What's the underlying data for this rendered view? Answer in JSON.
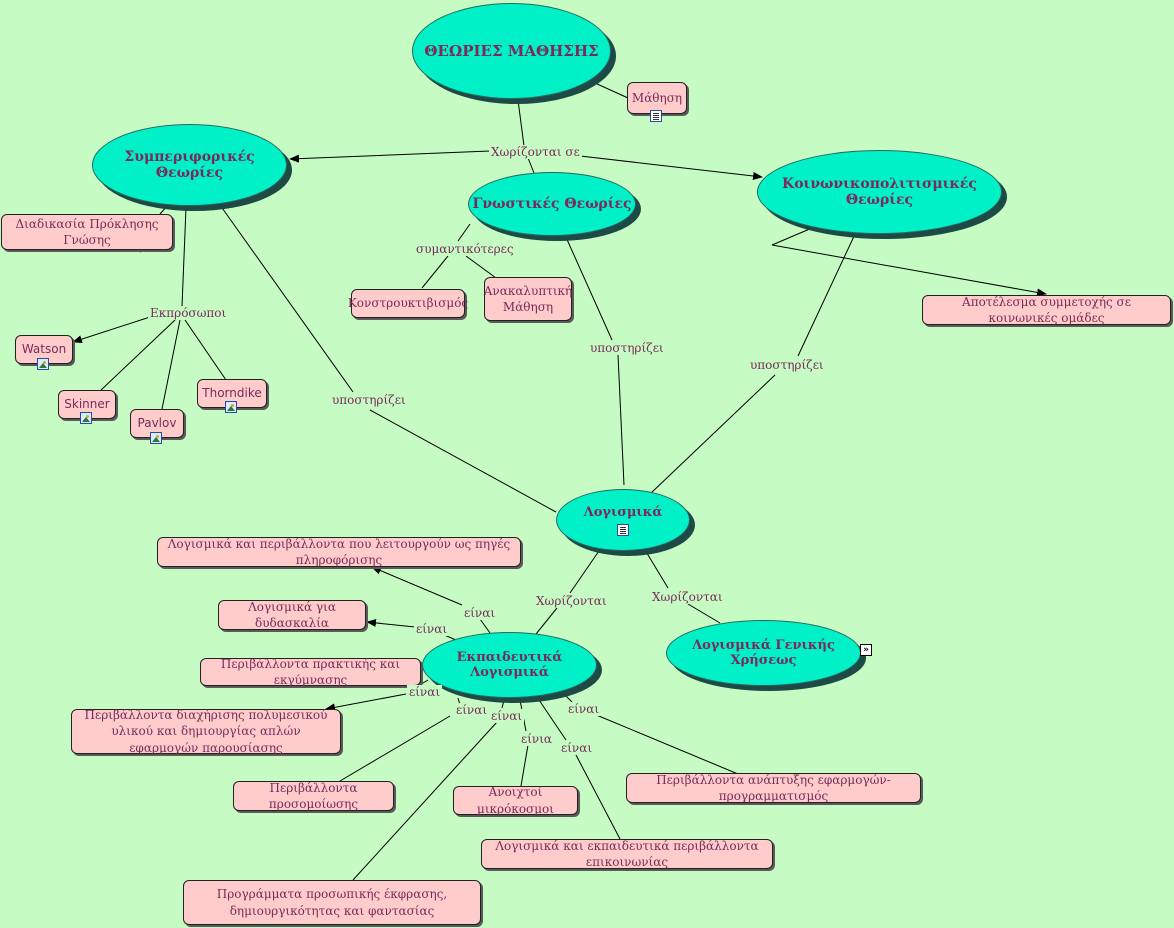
{
  "concepts": {
    "main": "ΘΕΩΡΙΕΣ ΜΑΘΗΣΗΣ",
    "behavioral": "Συμπεριφορικές Θεωρίες",
    "cognitive": "Γνωστικές Θεωρίες",
    "sociocultural": "Κοινωνικοπολιτισμικές Θεωρίες",
    "software": "Λογισμικά",
    "educational": "Εκπαιδευτικά Λογισμικά",
    "general": "Λογισμικά Γενικής Χρήσεως"
  },
  "boxes": {
    "learning": "Μάθηση",
    "knowledge_process": "Διαδικασία Πρόκλησης Γνώσης",
    "constructivism": "Κονστρουκτιβισμός",
    "discovery_learning": "Ανακαλυπτική Μάθηση",
    "social_result": "Αποτέλεσμα συμμετοχής σε κοινωνικές ομάδες",
    "watson": "Watson",
    "skinner": "Skinner",
    "pavlov": "Pavlov",
    "thorndike": "Thorndike",
    "info_sources": "Λογισμικά και περιβάλλοντα που λειτουργούν ως πηγές πληροφόρισης",
    "teaching": "Λογισμικά για δυδασκαλία",
    "practice": "Περιβάλλοντα πρακτικής και εκγύμνασης",
    "multimedia": "Περιβάλλοντα διαχήρισης πολυμεσικού υλικού και δημιουργίας απλών εφαρμογών παρουσίασης",
    "simulation": "Περιβάλλοντα προσομοίωσης",
    "microworlds": "Ανοιχτοί μικρόκοσμοι",
    "communication": "Λογισμικά και εκπαιδευτικά περιβάλλοντα επικοινωνίας",
    "programming": "Περιβάλλοντα ανάπτυξης εφαρμογών- προγραμματισμός",
    "expression": "Προγράμματα προσωπικής έκφρασης, δημιουργικότητας και φαντασίας"
  },
  "links": {
    "divided_into": "Χωρίζονται σε",
    "most_important": "συμαντικότερες",
    "representatives": "Εκπρόσωποι",
    "supports_left": "υποστηρίζει",
    "supports_mid": "υποστηρίζει",
    "supports_right": "υποστηρίζει",
    "divided_1": "Χωρίζονται",
    "divided_2": "Χωρίζονται",
    "is_1": "είναι",
    "is_2": "είναι",
    "is_3": "είναι",
    "is_4": "είναι",
    "is_5": "είναι",
    "is_6": "είνια",
    "is_7": "είναι",
    "is_8": "είναι"
  },
  "icons": {
    "document": "document-icon",
    "image": "image-icon",
    "expand": "expand-icon"
  },
  "colors": {
    "background": "#c6fcc4",
    "concept_fill": "#00f0c8",
    "box_fill": "#ffcccc",
    "text": "#7a2a5a"
  }
}
